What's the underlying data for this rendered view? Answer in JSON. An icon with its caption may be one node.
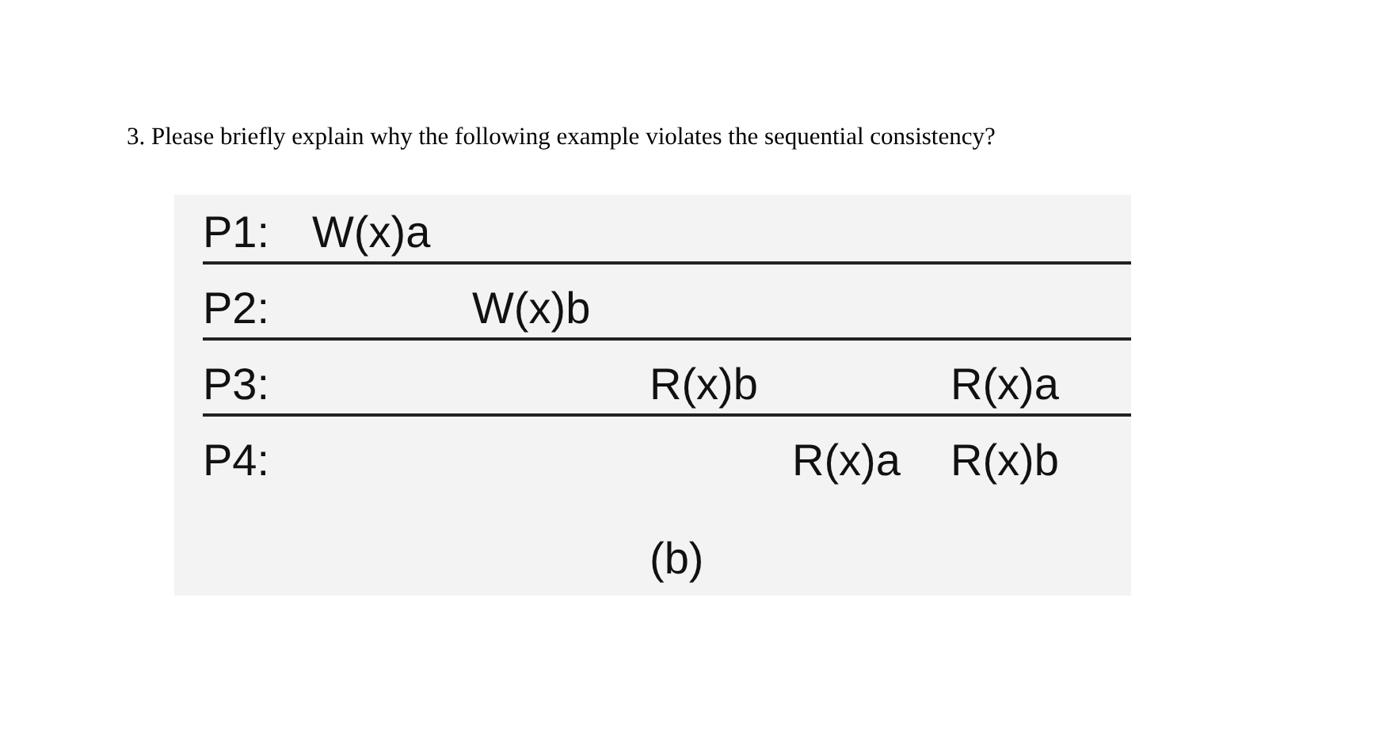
{
  "diagram": {
    "title": "3.  Please briefly explain why the following example violates the sequential consistency?",
    "caption": "(b)",
    "labels": [
      "P1:",
      "W(x)a",
      "P2:",
      "W(x)b",
      "P3:",
      "R(x)b",
      "R(x)a",
      "P4:",
      "R(x)a",
      "R(x)b"
    ]
  }
}
